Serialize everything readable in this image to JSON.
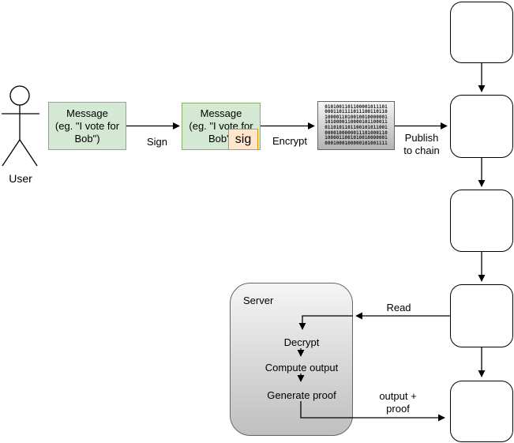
{
  "colors": {
    "green_fill": "#d5e8d4",
    "green_stroke": "#82b366",
    "orange_fill": "#ffe6cc",
    "orange_stroke": "#d79b00",
    "gray_gradient_top": "#f5f5f5",
    "gray_gradient_bottom": "#b3b3b3",
    "gray_stroke": "#666666",
    "line_color": "#000000"
  },
  "actor": {
    "label": "User"
  },
  "message_plain": {
    "text": "Message\n(eg. \"I vote for\nBob\")"
  },
  "message_signed": {
    "text": "Message\n(eg. \"I vote for\nBob\")",
    "signature_label": "sig"
  },
  "ciphertext": {
    "rows": [
      "0101001101100001011101",
      "0001101111011100110110",
      "1000011010010010000001",
      "1010000110000101100011",
      "0110101101100101011001",
      "0000100000011101000110",
      "1000011001010010000001",
      "0001000100000101001111"
    ]
  },
  "edges": {
    "sign": "Sign",
    "encrypt": "Encrypt",
    "publish": "Publish\nto chain",
    "read": "Read",
    "output": "output +\nproof"
  },
  "server": {
    "title": "Server",
    "steps": [
      "Decrypt",
      "Compute output",
      "Generate proof"
    ]
  },
  "chain": {
    "block_count": 5
  }
}
